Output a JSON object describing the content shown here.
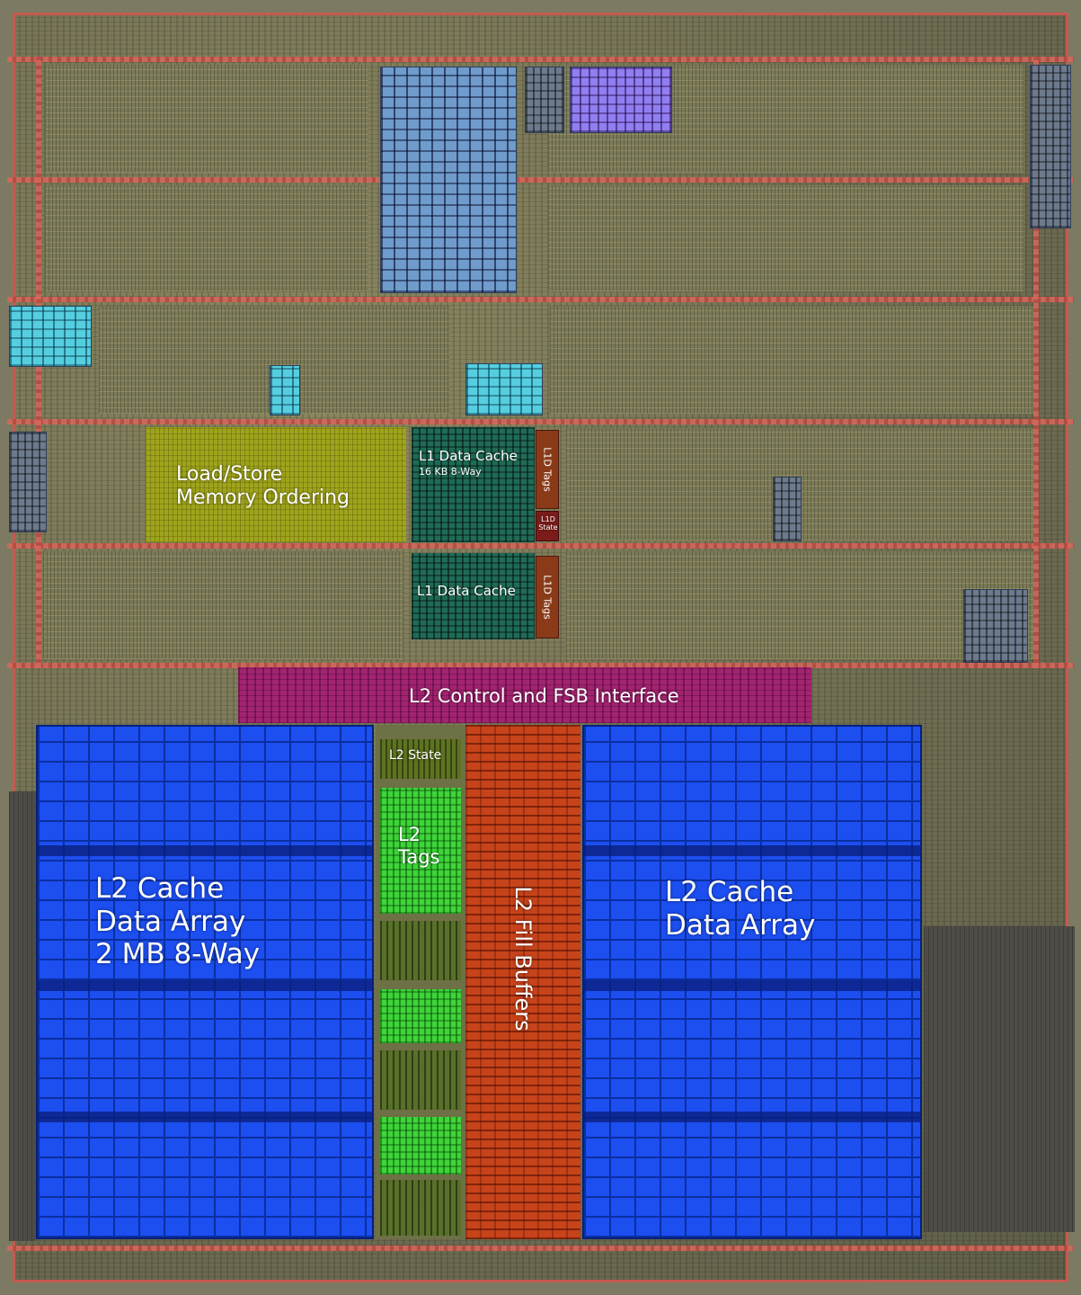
{
  "labels": {
    "load_store": "Load/Store\nMemory Ordering",
    "l1_data_cache_top": "L1 Data Cache",
    "l1_data_cache_top_sub": "16 KB 8-Way",
    "l1d_tags_top": "L1D Tags",
    "l1d_state": "L1D\nState",
    "l1_data_cache_bottom": "L1 Data Cache",
    "l1d_tags_bottom": "L1D Tags",
    "l2_control": "L2 Control and FSB Interface",
    "l2_state": "L2 State",
    "l2_tags": "L2\nTags",
    "l2_fill_buffers": "L2 Fill Buffers",
    "l2_left": "L2 Cache\nData Array\n2 MB 8-Way",
    "l2_right": "L2 Cache\nData Array"
  },
  "colors": {
    "load_store": "#9fa41c",
    "l1_data_cache": "#1f6b57",
    "l1d_tags": "#8a3a18",
    "l2_control": "#a2246f",
    "l2_data_array": "#1c4ef0",
    "l2_tags": "#3fd43a",
    "l2_fill_buffers": "#c7431a"
  }
}
